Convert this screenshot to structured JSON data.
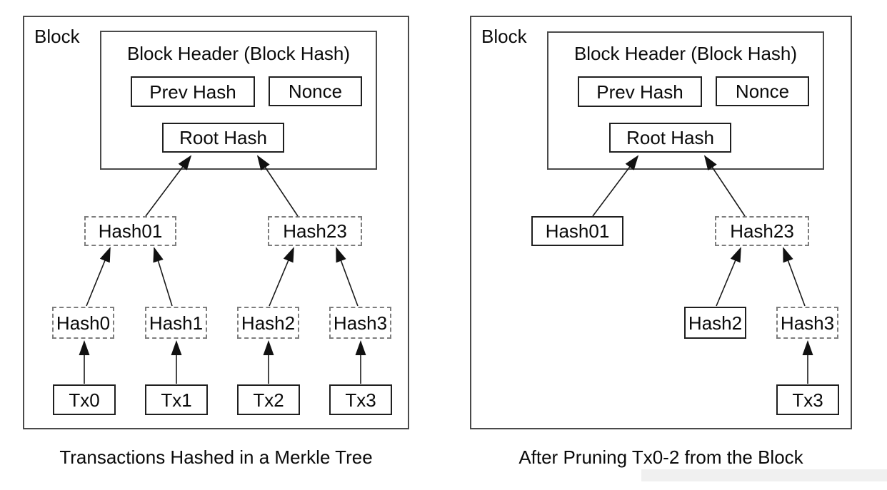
{
  "diagrams": [
    {
      "block_label": "Block",
      "header_title": "Block Header (Block Hash)",
      "prev_hash_label": "Prev Hash",
      "nonce_label": "Nonce",
      "root_hash_label": "Root Hash",
      "hash01_label": "Hash01",
      "hash23_label": "Hash23",
      "hash0_label": "Hash0",
      "hash1_label": "Hash1",
      "hash2_label": "Hash2",
      "hash3_label": "Hash3",
      "tx0_label": "Tx0",
      "tx1_label": "Tx1",
      "tx2_label": "Tx2",
      "tx3_label": "Tx3",
      "caption": "Transactions Hashed in a Merkle Tree"
    },
    {
      "block_label": "Block",
      "header_title": "Block Header (Block Hash)",
      "prev_hash_label": "Prev Hash",
      "nonce_label": "Nonce",
      "root_hash_label": "Root Hash",
      "hash01_label": "Hash01",
      "hash23_label": "Hash23",
      "hash2_label": "Hash2",
      "hash3_label": "Hash3",
      "tx3_label": "Tx3",
      "caption": "After Pruning Tx0-2 from the Block"
    }
  ],
  "colors": {
    "line": "#1a1a1a",
    "solid_border": "#1f1f1f",
    "outline_border": "#4a4a4a",
    "dashed_border": "#7d7d7d",
    "artifact_gray": "#f0f0f0"
  }
}
